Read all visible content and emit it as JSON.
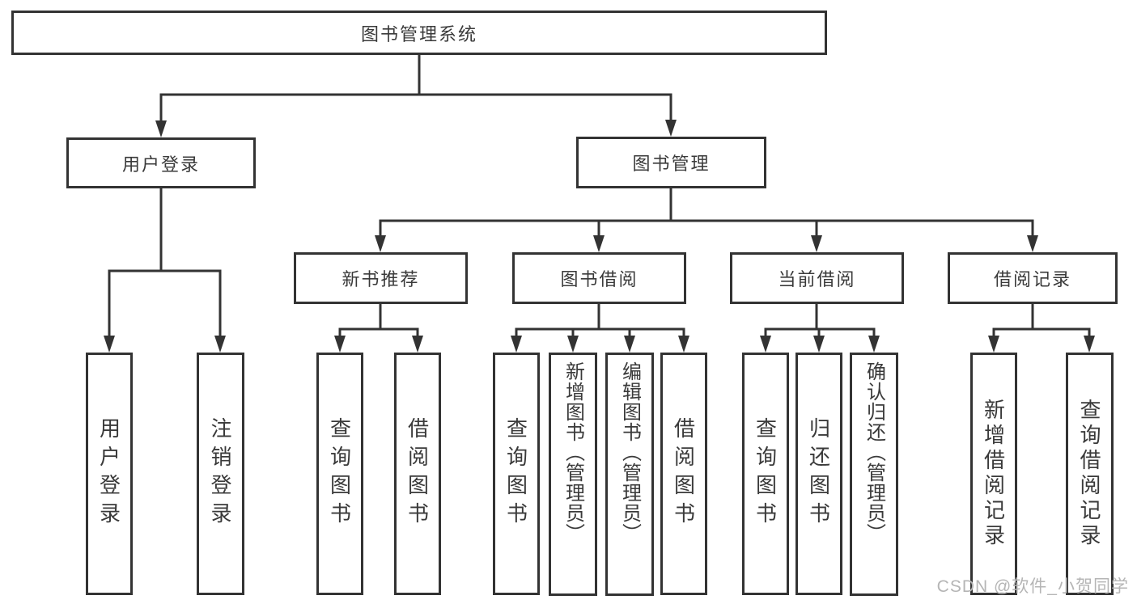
{
  "diagram": {
    "title": "图书管理系统",
    "tree": {
      "root": {
        "label": "图书管理系统"
      },
      "level2": [
        {
          "label": "用户登录"
        },
        {
          "label": "图书管理"
        }
      ],
      "level3": [
        {
          "label": "新书推荐",
          "parent": "图书管理"
        },
        {
          "label": "图书借阅",
          "parent": "图书管理"
        },
        {
          "label": "当前借阅",
          "parent": "图书管理"
        },
        {
          "label": "借阅记录",
          "parent": "图书管理"
        }
      ],
      "leaves": [
        {
          "label": "用户登录",
          "parent": "用户登录"
        },
        {
          "label": "注销登录",
          "parent": "用户登录"
        },
        {
          "label": "查询图书",
          "parent": "新书推荐"
        },
        {
          "label": "借阅图书",
          "parent": "新书推荐"
        },
        {
          "label": "查询图书",
          "parent": "图书借阅"
        },
        {
          "label": "新增图书（管理员）",
          "parent": "图书借阅"
        },
        {
          "label": "编辑图书（管理员）",
          "parent": "图书借阅"
        },
        {
          "label": "借阅图书",
          "parent": "图书借阅"
        },
        {
          "label": "查询图书",
          "parent": "当前借阅"
        },
        {
          "label": "归还图书",
          "parent": "当前借阅"
        },
        {
          "label": "确认归还（管理员）",
          "parent": "当前借阅"
        },
        {
          "label": "新增借阅记录",
          "parent": "借阅记录"
        },
        {
          "label": "查询借阅记录",
          "parent": "借阅记录"
        }
      ]
    },
    "watermark": "CSDN @软件_小贺同学",
    "colors": {
      "line": "#333333",
      "text": "#3a3a3a",
      "watermark": "#b5b5b5",
      "background": "#ffffff"
    }
  }
}
